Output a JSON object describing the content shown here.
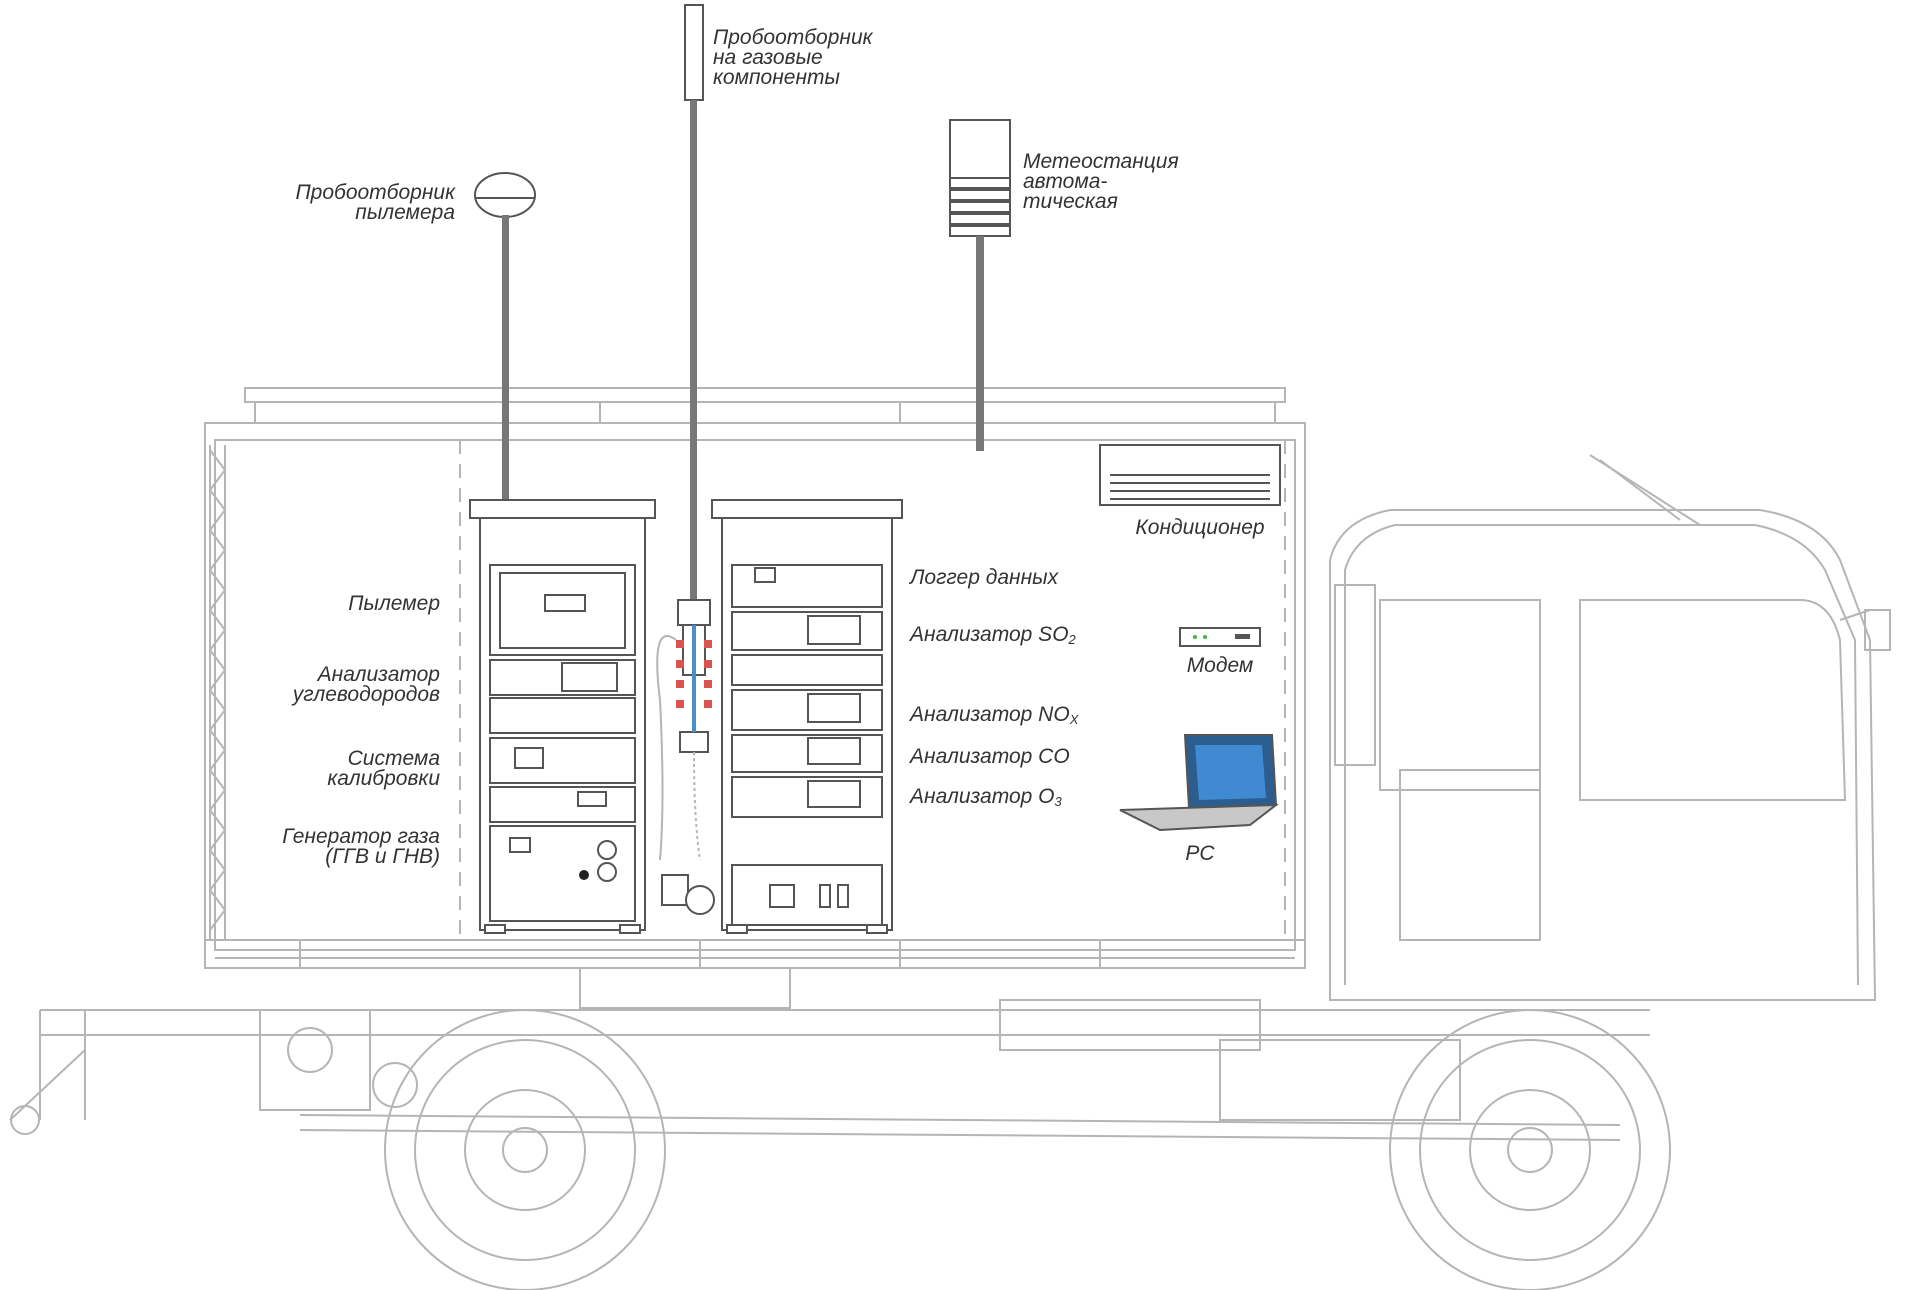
{
  "labels": {
    "dust_sampler": [
      "Пробоотборник",
      "пылемера"
    ],
    "gas_sampler": [
      "Пробоотборник",
      "на газовые",
      "компоненты"
    ],
    "weather_station": [
      "Метеостанция автома-",
      "тическая"
    ],
    "dust_meter": "Пылемер",
    "hydrocarbon_analyzer": [
      "Анализатор",
      "углеводородов"
    ],
    "calibration_system": [
      "Система",
      "калибровки"
    ],
    "gas_generator": [
      "Генератор газа",
      "(ГГВ и ГНВ)"
    ],
    "data_logger": "Логгер данных",
    "so2_analyzer": {
      "text": "Анализатор SO",
      "sub": "2"
    },
    "nox_analyzer": {
      "text": "Анализатор NO",
      "sub": "X"
    },
    "co_analyzer": "Анализатор CO",
    "o3_analyzer": {
      "text": "Анализатор O",
      "sub": "3"
    },
    "air_conditioner": "Кондиционер",
    "modem": "Модем",
    "pc": "PC"
  },
  "colors": {
    "outline": "#b5b5b5",
    "equipment": "#555555",
    "screen": "#4a8fc9",
    "tube_marker": "#d9534f"
  }
}
